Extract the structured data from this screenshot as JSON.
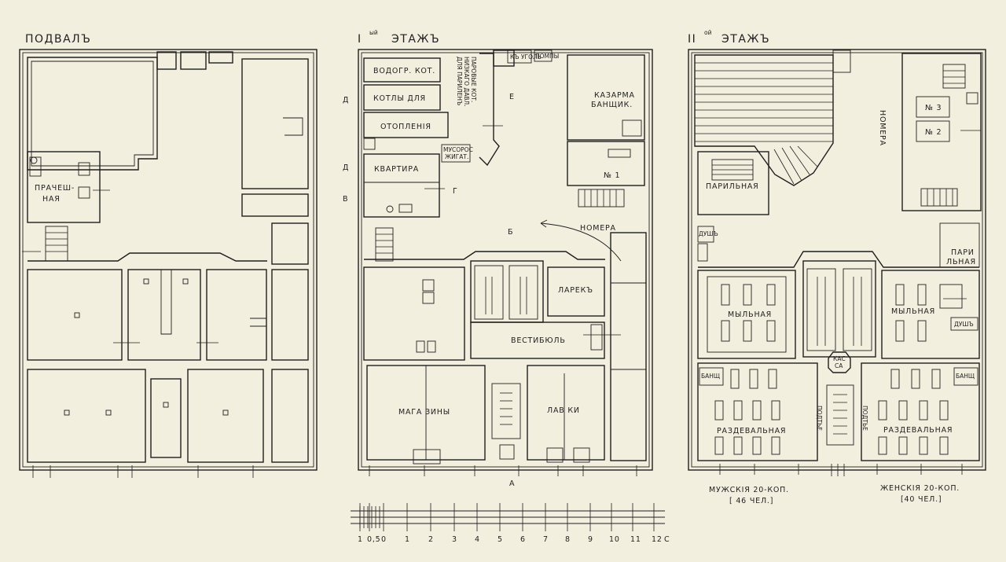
{
  "plans": {
    "basement": {
      "title": "ПОДВАЛЪ",
      "rooms": {
        "laundry_1": "ПРАЧЕШ-",
        "laundry_2": "НАЯ"
      }
    },
    "floor1": {
      "title_num": "I",
      "title_sup": "ый",
      "title_word": "ЭТАЖЪ",
      "rooms": {
        "boiler_water": "ВОДОГР. КОТ.",
        "boiler_for": "КОТЛЫ ДЛЯ",
        "heating": "ОТОПЛЕНІЯ",
        "apartment": "КВАРТИРА",
        "heat_1": "ПАРОВЫЕ КОТ.",
        "heat_2": "НИЗКАГО ДАВЛ.",
        "heat_3": "ДЛЯ ПАРИЛЕНЪ",
        "garbage_1": "МУСОРОС",
        "garbage_2": "ЖИГАТ.",
        "coal": "КЪ УГОЛЬ",
        "pumps": "ПОМПЫ",
        "barracks_1": "КАЗАРМА",
        "barracks_2": "БАНЩИК.",
        "no1": "№ 1",
        "rooms_label": "НОМЕРА",
        "stall": "ЛАРЕКЪ",
        "vestibule": "ВЕСТИБЮЛЬ",
        "shops": "МАГА  ЗИНЫ",
        "stores": "ЛАВ  КИ"
      },
      "marks": {
        "d1": "Д",
        "d2": "Д",
        "e": "Е",
        "g": "Г",
        "b": "Б",
        "a": "А",
        "v": "В"
      }
    },
    "floor2": {
      "title_num": "II",
      "title_sup": "ой",
      "title_word": "ЭТАЖЪ",
      "rooms": {
        "no3": "№ 3",
        "no2": "№ 2",
        "rooms_label": "НОМЕРА",
        "steam_left": "ПАРИЛЬНАЯ",
        "shower_left": "ДУШЪ",
        "steam_right_1": "ПАРИ",
        "steam_right_2": "ЛЬНАЯ",
        "wash_left": "МЫЛЬНАЯ",
        "wash_right": "МЫЛЬНАЯ",
        "shower_right": "ДУШЪ",
        "cashier_1": "КАС",
        "cashier_2": "СА",
        "attendant_left": "БАНЩ",
        "attendant_right": "БАНЩ",
        "dress_left": "РАЗДЕВАЛЬНАЯ",
        "dress_right": "РАЗДЕВАЛЬНАЯ",
        "linen_left": "ПОДТЬЕ",
        "linen_right": "ПОДТЬЕ"
      },
      "captions": {
        "men_1": "МУЖСКІЯ  20-КОП.",
        "men_2": "[ 46  ЧЕЛ.]",
        "women_1": "ЖЕНСКІЯ  20-КОП.",
        "women_2": "[40  ЧЕЛ.]"
      }
    }
  },
  "scale": {
    "labels": [
      "1",
      "0,5",
      "0",
      "1",
      "2",
      "3",
      "4",
      "5",
      "6",
      "7",
      "8",
      "9",
      "10",
      "11",
      "12",
      "С"
    ]
  }
}
